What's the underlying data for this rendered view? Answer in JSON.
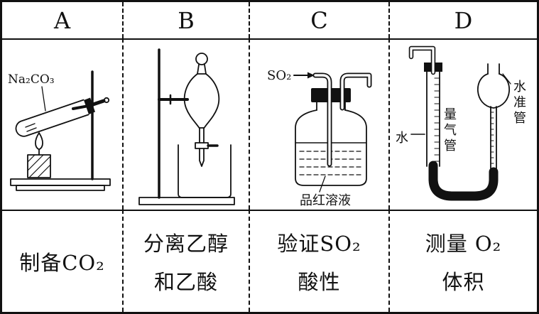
{
  "colors": {
    "ink": "#111111",
    "paper": "#ffffff"
  },
  "table": {
    "columns": [
      {
        "header": "A",
        "caption_lines": [
          "制备CO₂"
        ],
        "labels": {
          "reagent": "Na₂CO₃"
        }
      },
      {
        "header": "B",
        "caption_lines": [
          "分离乙醇",
          "和乙酸"
        ],
        "labels": {}
      },
      {
        "header": "C",
        "caption_lines": [
          "验证SO₂",
          "酸性"
        ],
        "labels": {
          "gas_in": "SO₂",
          "solution": "品红溶液"
        }
      },
      {
        "header": "D",
        "caption_lines": [
          "测量 O₂",
          "体积"
        ],
        "labels": {
          "water": "水",
          "gas_tube": "量气管",
          "leveling_tube": "水准管"
        }
      }
    ]
  }
}
